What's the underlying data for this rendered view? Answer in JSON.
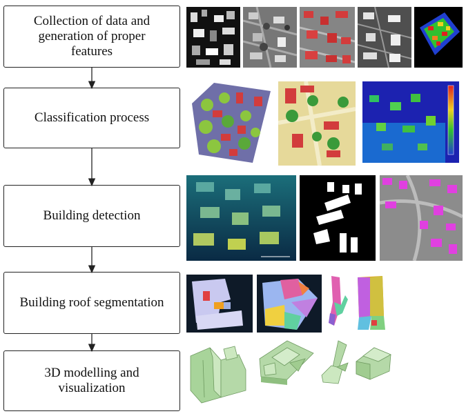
{
  "steps": [
    {
      "label": "Collection of data and generation of proper features"
    },
    {
      "label": "Classification process"
    },
    {
      "label": "Building detection"
    },
    {
      "label": "Building roof segmentation"
    },
    {
      "label": "3D modelling and visualization"
    }
  ],
  "colors": {
    "border": "#222222",
    "building_red": "#d23c3c",
    "vegetation_green": "#4da84d",
    "ground_purple": "#6f6fa8",
    "mask_magenta": "#e040e0",
    "model_green": "#b5d9a8"
  },
  "icons": [
    "intensity-image",
    "dsm-image",
    "ndsm-image",
    "slope-image",
    "pointcloud-height-image",
    "classified-3d-pointcloud",
    "classified-orthophoto",
    "height-colored-pointcloud",
    "building-pointcloud",
    "building-mask",
    "building-overlay",
    "roof-segments-1",
    "roof-segments-2",
    "roof-segments-3",
    "roof-segments-4",
    "model-1",
    "model-2",
    "model-3",
    "model-4"
  ]
}
